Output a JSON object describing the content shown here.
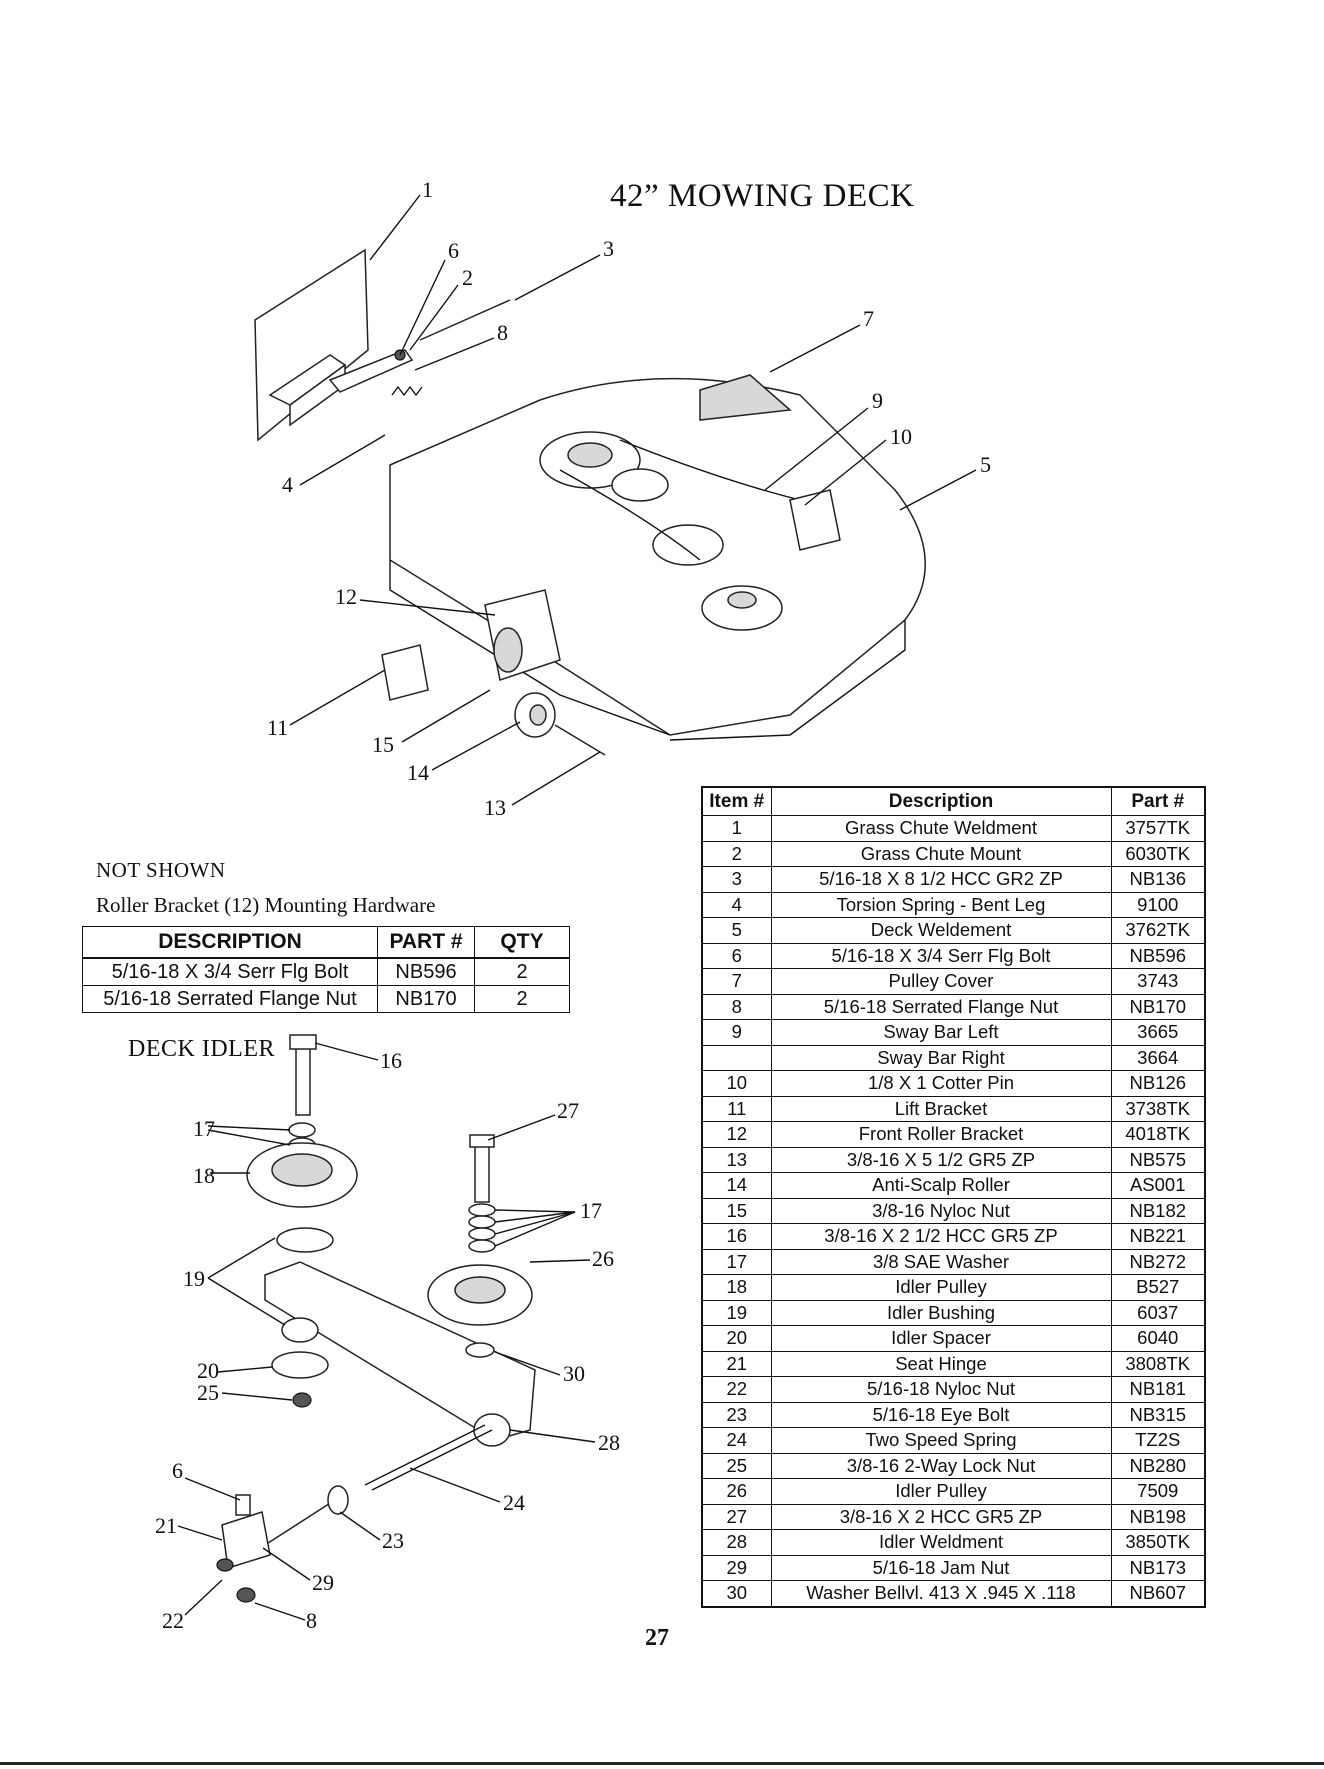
{
  "page_title": "42” MOWING DECK",
  "not_shown": {
    "title": "NOT SHOWN",
    "subtitle": "Roller Bracket (12) Mounting Hardware",
    "headers": {
      "description": "DESCRIPTION",
      "part": "PART #",
      "qty": "QTY"
    },
    "rows": [
      {
        "description": "5/16-18 X 3/4 Serr Flg Bolt",
        "part": "NB596",
        "qty": "2"
      },
      {
        "description": "5/16-18 Serrated Flange Nut",
        "part": "NB170",
        "qty": "2"
      }
    ]
  },
  "deck_idler_label": "DECK IDLER",
  "parts_table": {
    "headers": {
      "item": "Item #",
      "description": "Description",
      "part": "Part #"
    },
    "rows": [
      {
        "item": "1",
        "description": "Grass Chute Weldment",
        "part": "3757TK"
      },
      {
        "item": "2",
        "description": "Grass Chute Mount",
        "part": "6030TK"
      },
      {
        "item": "3",
        "description": "5/16-18 X 8 1/2 HCC GR2 ZP",
        "part": "NB136"
      },
      {
        "item": "4",
        "description": "Torsion Spring - Bent Leg",
        "part": "9100"
      },
      {
        "item": "5",
        "description": "Deck Weldement",
        "part": "3762TK"
      },
      {
        "item": "6",
        "description": "5/16-18 X 3/4 Serr Flg Bolt",
        "part": "NB596"
      },
      {
        "item": "7",
        "description": "Pulley Cover",
        "part": "3743"
      },
      {
        "item": "8",
        "description": "5/16-18 Serrated Flange Nut",
        "part": "NB170"
      },
      {
        "item": "9",
        "description": "Sway Bar Left",
        "part": "3665"
      },
      {
        "item": "",
        "description": "Sway Bar Right",
        "part": "3664"
      },
      {
        "item": "10",
        "description": "1/8 X 1 Cotter Pin",
        "part": "NB126"
      },
      {
        "item": "11",
        "description": "Lift Bracket",
        "part": "3738TK"
      },
      {
        "item": "12",
        "description": "Front Roller Bracket",
        "part": "4018TK"
      },
      {
        "item": "13",
        "description": "3/8-16 X 5 1/2 GR5 ZP",
        "part": "NB575"
      },
      {
        "item": "14",
        "description": "Anti-Scalp Roller",
        "part": "AS001"
      },
      {
        "item": "15",
        "description": "3/8-16 Nyloc Nut",
        "part": "NB182"
      },
      {
        "item": "16",
        "description": "3/8-16 X 2 1/2 HCC GR5 ZP",
        "part": "NB221"
      },
      {
        "item": "17",
        "description": "3/8 SAE Washer",
        "part": "NB272"
      },
      {
        "item": "18",
        "description": "Idler Pulley",
        "part": "B527"
      },
      {
        "item": "19",
        "description": "Idler Bushing",
        "part": "6037"
      },
      {
        "item": "20",
        "description": "Idler Spacer",
        "part": "6040"
      },
      {
        "item": "21",
        "description": "Seat Hinge",
        "part": "3808TK"
      },
      {
        "item": "22",
        "description": "5/16-18 Nyloc Nut",
        "part": "NB181"
      },
      {
        "item": "23",
        "description": "5/16-18 Eye Bolt",
        "part": "NB315"
      },
      {
        "item": "24",
        "description": "Two Speed Spring",
        "part": "TZ2S"
      },
      {
        "item": "25",
        "description": "3/8-16 2-Way Lock Nut",
        "part": "NB280"
      },
      {
        "item": "26",
        "description": "Idler Pulley",
        "part": "7509"
      },
      {
        "item": "27",
        "description": "3/8-16 X 2 HCC GR5 ZP",
        "part": "NB198"
      },
      {
        "item": "28",
        "description": "Idler Weldment",
        "part": "3850TK"
      },
      {
        "item": "29",
        "description": "5/16-18 Jam Nut",
        "part": "NB173"
      },
      {
        "item": "30",
        "description": "Washer Bellvl. 413 X .945 X .118",
        "part": "NB607"
      }
    ]
  },
  "deck_callouts": [
    "1",
    "6",
    "2",
    "3",
    "8",
    "7",
    "9",
    "10",
    "5",
    "4",
    "12",
    "11",
    "15",
    "14",
    "13"
  ],
  "idler_callouts": [
    "16",
    "27",
    "17",
    "18",
    "17",
    "19",
    "26",
    "20",
    "30",
    "25",
    "28",
    "6",
    "24",
    "21",
    "23",
    "29",
    "22",
    "8"
  ],
  "page_number": "27"
}
